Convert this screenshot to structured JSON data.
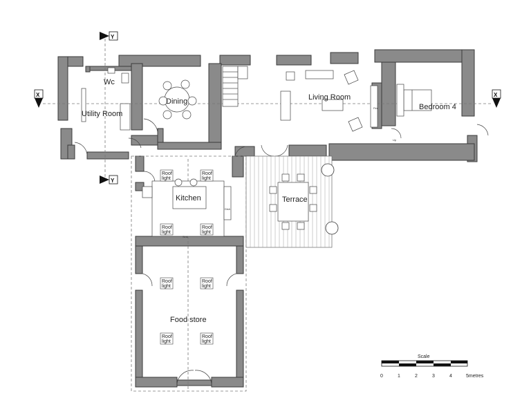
{
  "rooms": {
    "wc": "Wc",
    "utility": "Utility Room",
    "dining": "Dining",
    "living": "Living Room",
    "bedroom": "Bedroom 4",
    "kitchen": "Kitchen",
    "terrace": "Terrace",
    "food_store": "Food store"
  },
  "roof_light": [
    "Roof",
    "light"
  ],
  "fixtures": {
    "fire": "Fire",
    "up": "Up",
    "dish": "Dish",
    "sink": "Sink"
  },
  "section_markers": {
    "top_y": "Y",
    "bottom_y": "Y",
    "left_x": "X",
    "right_x": "X"
  },
  "scale": {
    "title": "Scale",
    "ticks": [
      "0",
      "1",
      "2",
      "3",
      "4",
      "5metres"
    ]
  },
  "colors": {
    "wall": "#8a8a8a",
    "line": "#444444"
  }
}
